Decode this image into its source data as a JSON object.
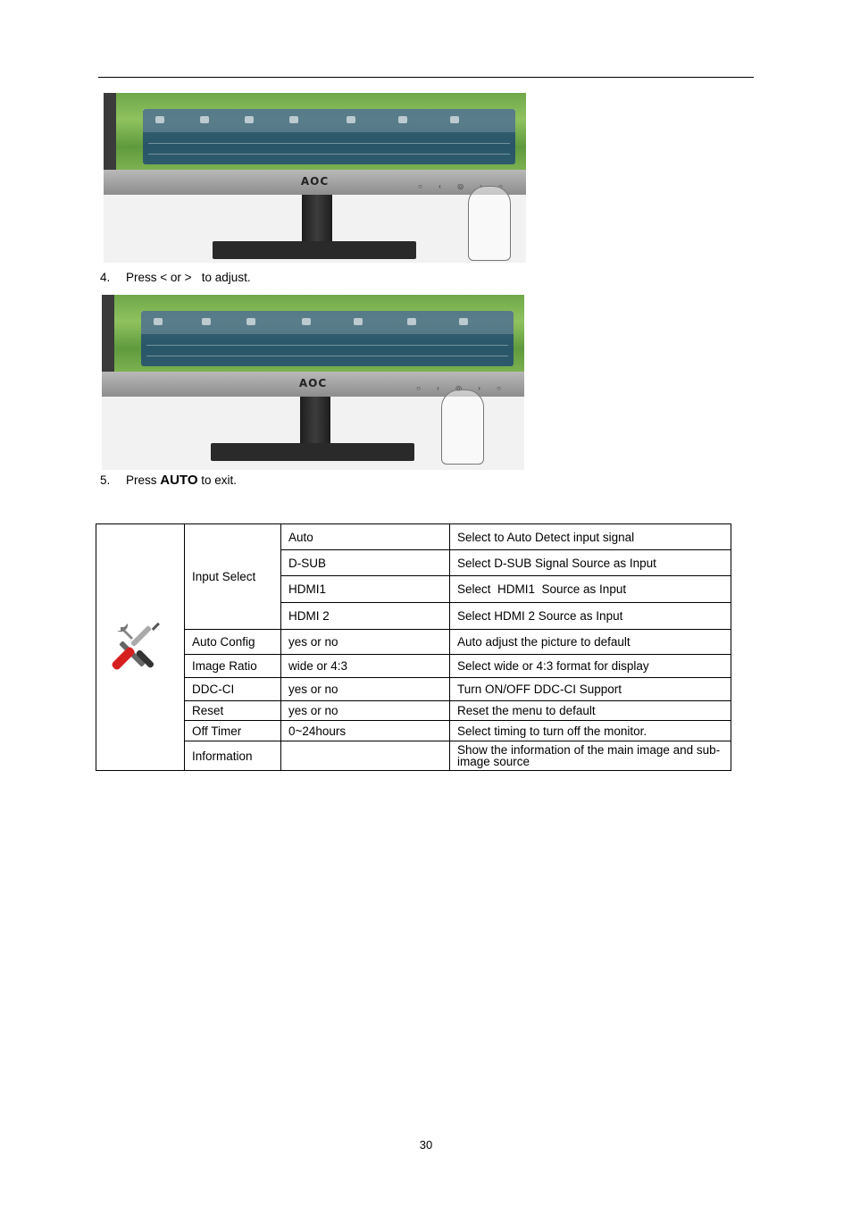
{
  "page": {
    "monitor_brand": "AOC",
    "step4": {
      "number": "4.",
      "text": "Press < or >   to adjust."
    },
    "step5": {
      "number": "5.",
      "prefix": "Press ",
      "key": "AUTO",
      "suffix": " to exit."
    },
    "page_number": "30"
  },
  "table": {
    "icon": "wrench-screwdriver-icon",
    "rows": [
      {
        "item": "Input Select",
        "value": "Auto",
        "desc": "Select to Auto Detect input signal"
      },
      {
        "value": "D-SUB",
        "desc": "Select D-SUB Signal Source as Input"
      },
      {
        "value": "HDMI1",
        "desc": "Select  HDMI1  Source as Input"
      },
      {
        "value": "HDMI 2",
        "desc": "Select HDMI 2 Source as Input"
      },
      {
        "item": "Auto Config",
        "value": "yes or no",
        "desc": "Auto adjust the picture to default"
      },
      {
        "item": "Image Ratio",
        "value": "wide or 4:3",
        "desc": "Select wide or 4:3 format for display"
      },
      {
        "item": "DDC-CI",
        "value": "yes or no",
        "desc": "Turn ON/OFF DDC-CI Support"
      },
      {
        "item": "Reset",
        "value": "yes or no",
        "desc": "Reset the menu to default"
      },
      {
        "item": "Off Timer",
        "value": "0~24hours",
        "desc": "Select timing to turn off the monitor."
      },
      {
        "item": "Information",
        "value": "",
        "desc": "Show the information of the main image and sub-image source"
      }
    ]
  }
}
